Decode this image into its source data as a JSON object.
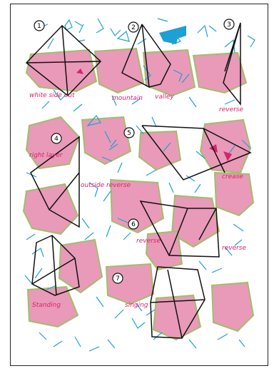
{
  "colors": {
    "paper": "#ffffff",
    "frame": "#222222",
    "pink": "#e99ab8",
    "green": "#9fbf6a",
    "cyan": "#1e9fd6",
    "ink": "#111111",
    "magenta": "#d6246e"
  },
  "steps": [
    {
      "number": "1"
    },
    {
      "number": "2"
    },
    {
      "number": "3"
    },
    {
      "number": "4"
    },
    {
      "number": "5"
    },
    {
      "number": "6"
    },
    {
      "number": "7"
    }
  ],
  "annotations": [
    {
      "id": "white-side-out",
      "text": "white side out"
    },
    {
      "id": "mountain",
      "text": "mountain"
    },
    {
      "id": "valley",
      "text": "valley"
    },
    {
      "id": "reverse-1",
      "text": "reverse"
    },
    {
      "id": "right-layer",
      "text": "right layer"
    },
    {
      "id": "outside-reverse",
      "text": "outside reverse"
    },
    {
      "id": "crease",
      "text": "crease"
    },
    {
      "id": "reverse-2",
      "text": "reverse"
    },
    {
      "id": "reverse-3",
      "text": "reverse"
    },
    {
      "id": "standing",
      "text": "Standing"
    },
    {
      "id": "singing",
      "text": "singing"
    }
  ]
}
